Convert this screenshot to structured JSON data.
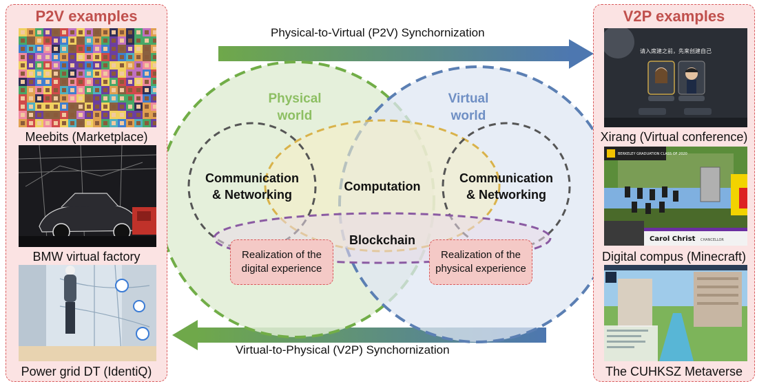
{
  "p2v_panel": {
    "title": "P2V examples",
    "items": [
      {
        "caption": "Meebits (Marketplace)"
      },
      {
        "caption": "BMW virtual factory"
      },
      {
        "caption": "Power grid DT (IdentiQ)"
      }
    ]
  },
  "v2p_panel": {
    "title": "V2P examples",
    "items": [
      {
        "caption": "Xirang (Virtual conference)"
      },
      {
        "caption": "Digital compus (Minecraft)"
      },
      {
        "caption": "The CUHKSZ Metaverse"
      }
    ],
    "thumb_text": {
      "xirang_prompt": "请入席建之前，先来创建自己",
      "minecraft_name": "Carol Christ",
      "minecraft_role": "CHANCELLOR",
      "minecraft_sign": "BERKELEY GRADUATION CLASS OF 2020"
    }
  },
  "sync": {
    "p2v_label": "Physical-to-Virtual (P2V) Synchornization",
    "v2p_label": "Virtual-to-Physical (V2P) Synchornization"
  },
  "diagram": {
    "physical_world": "Physical\nworld",
    "virtual_world": "Virtual\nworld",
    "comm_left": "Communication\n& Networking",
    "comm_right": "Communication\n& Networking",
    "computation": "Computation",
    "blockchain": "Blockchain",
    "realization_digital": "Realization of the\ndigital experience",
    "realization_physical": "Realization of the\nphysical experience"
  },
  "colors": {
    "panel_border": "#d9595b",
    "panel_bg": "#fbe3e3",
    "title_red": "#c0504d",
    "physical_green": "#71ad47",
    "virtual_blue": "#5b7fb3",
    "computation_gold": "#d9b24a",
    "blockchain_purple": "#8a5aa2",
    "arrow_green": "#6fa84a",
    "arrow_blue": "#4d77b0"
  }
}
